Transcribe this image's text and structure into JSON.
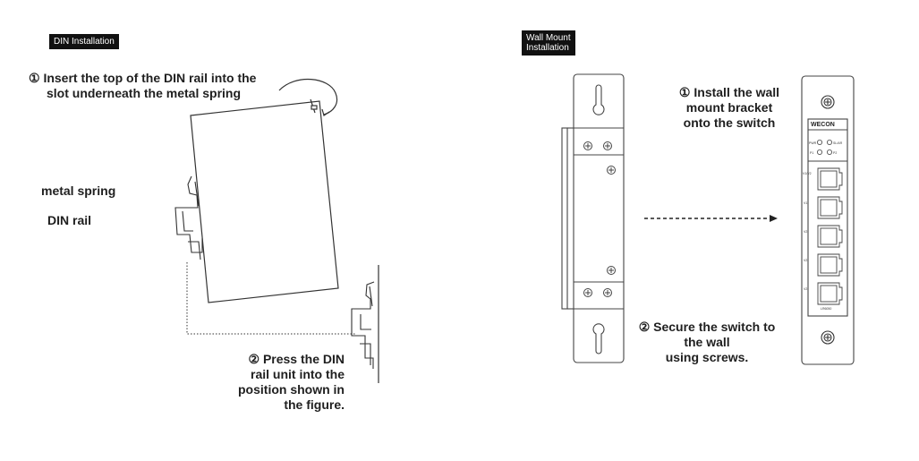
{
  "din": {
    "heading": "DIN Installation",
    "step1_num": "①",
    "step1_line1": "Insert the top of the DIN rail into the",
    "step1_line2": "slot underneath the metal spring",
    "label_spring": "metal spring",
    "label_rail": "DIN rail",
    "step2_num": "②",
    "step2_lines": [
      "Press the DIN",
      "rail unit into the",
      "position shown in",
      "the figure."
    ]
  },
  "wall": {
    "heading_line1": "Wall Mount",
    "heading_line2": "Installation",
    "step1_num": "①",
    "step1_lines": [
      "Install the wall",
      "mount bracket",
      "onto the switch"
    ],
    "step2_num": "②",
    "step2_lines": [
      "Secure the switch to",
      "the wall",
      "using screws."
    ]
  },
  "device": {
    "brand": "WECON",
    "led_labels": [
      "PWR",
      "SL/AR",
      "P1",
      "P2"
    ],
    "port_labels": [
      "V1/V2\nRP/2E",
      "V1\nRP/2E",
      "V2",
      "V2",
      "V2"
    ],
    "model": "LR6050"
  }
}
